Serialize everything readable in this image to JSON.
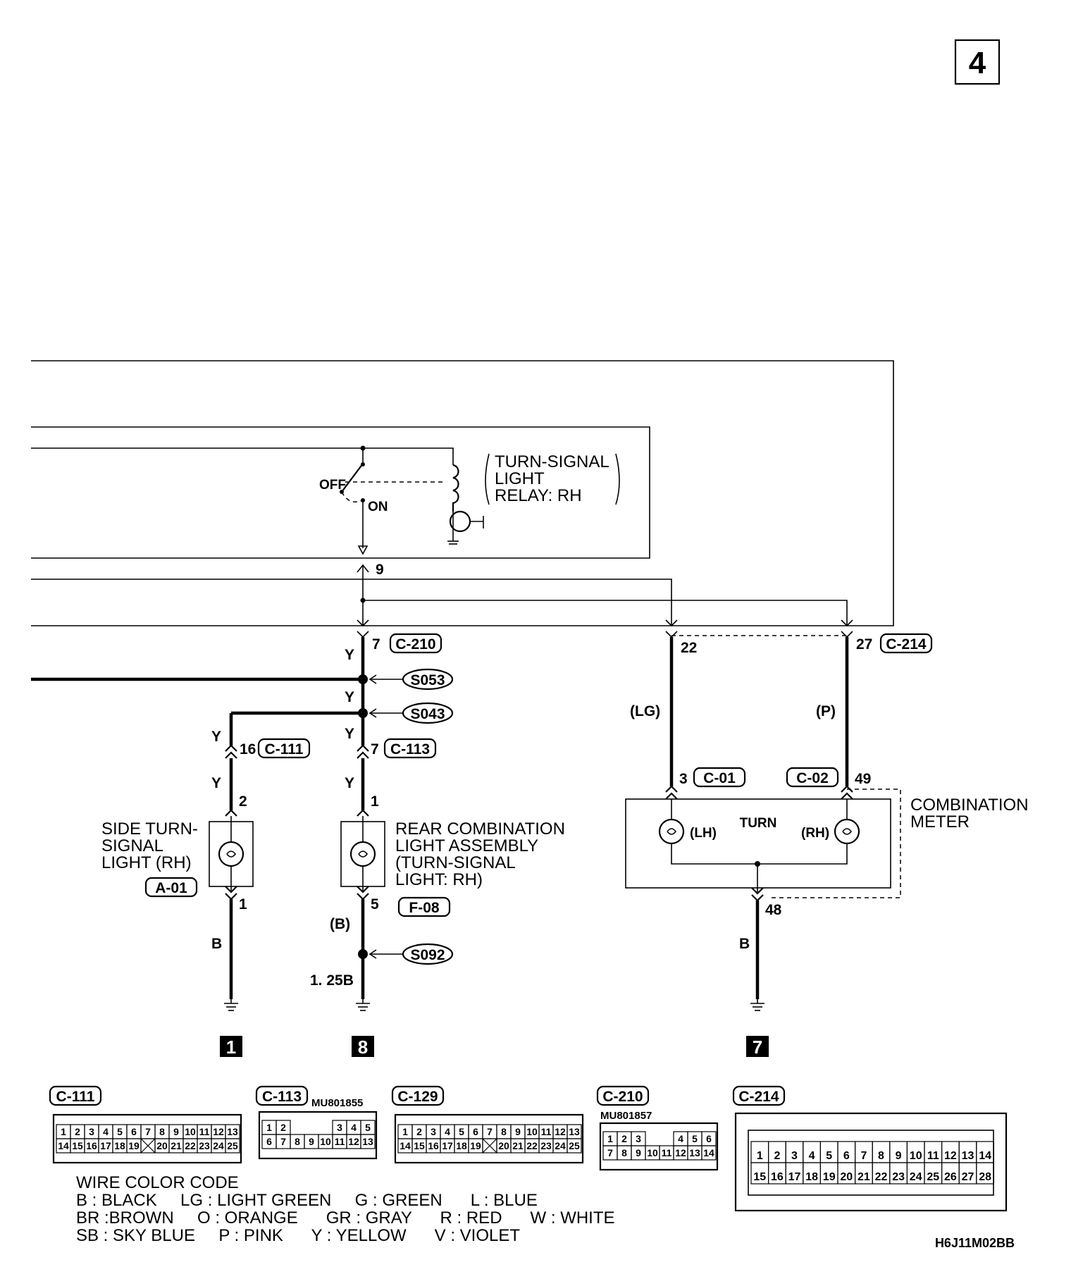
{
  "page_number": "4",
  "diagram_code": "H6J11M02BB",
  "relay": {
    "label_lines": [
      "TURN-SIGNAL",
      "LIGHT",
      "RELAY: RH"
    ],
    "switch_off": "OFF",
    "switch_on": "ON",
    "terminal": "9"
  },
  "connectors": {
    "c210_pin": "7",
    "c210": "C-210",
    "c214": "C-214",
    "c214_pin_lh": "22",
    "c214_pin_rh": "27",
    "c111": "C-111",
    "c111_pin": "16",
    "c113": "C-113",
    "c113_pin": "7",
    "c01": "C-01",
    "c01_pin": "3",
    "c02": "C-02",
    "c02_pin": "49",
    "a01": "A-01",
    "f08": "F-08",
    "c129": "C-129"
  },
  "splices": [
    "S053",
    "S043",
    "S092"
  ],
  "wire_labels": {
    "y": "Y",
    "lg": "(LG)",
    "p": "(P)",
    "b": "B",
    "b_paren": "(B)",
    "b125": "1. 25B"
  },
  "components": {
    "side_turn": {
      "label_lines": [
        "SIDE TURN-",
        "SIGNAL",
        "LIGHT (RH)"
      ],
      "pin_top": "2",
      "pin_bottom": "1"
    },
    "rear_combo": {
      "label_lines": [
        "REAR COMBINATION",
        "LIGHT ASSEMBLY",
        "(TURN-SIGNAL",
        " LIGHT: RH)"
      ],
      "pin_top": "1",
      "pin_bottom": "5"
    },
    "combo_meter": {
      "label_lines": [
        "COMBINATION",
        "METER"
      ],
      "turn": "TURN",
      "lh": "(LH)",
      "rh": "(RH)",
      "ground_pin": "48"
    }
  },
  "ground_refs": [
    "1",
    "8",
    "7"
  ],
  "connector_views": {
    "c111_row1": [
      "1",
      "2",
      "3",
      "4",
      "5",
      "6",
      "7",
      "8",
      "9",
      "10",
      "11",
      "12",
      "13"
    ],
    "c111_row2": [
      "14",
      "15",
      "16",
      "17",
      "18",
      "19",
      "",
      "20",
      "21",
      "22",
      "23",
      "24",
      "25"
    ],
    "c113_part": "MU801855",
    "c113_row1": [
      "1",
      "2",
      "3",
      "4",
      "5"
    ],
    "c113_row2": [
      "6",
      "7",
      "8",
      "9",
      "10",
      "11",
      "12",
      "13"
    ],
    "c210_part": "MU801857",
    "c210_row1": [
      "1",
      "2",
      "3",
      "4",
      "5",
      "6"
    ],
    "c210_row2": [
      "7",
      "8",
      "9",
      "10",
      "11",
      "12",
      "13",
      "14"
    ],
    "c214_row1": [
      "1",
      "2",
      "3",
      "4",
      "5",
      "6",
      "7",
      "8",
      "9",
      "10",
      "11",
      "12",
      "13",
      "14"
    ],
    "c214_row2": [
      "15",
      "16",
      "17",
      "18",
      "19",
      "20",
      "21",
      "22",
      "23",
      "24",
      "25",
      "26",
      "27",
      "28"
    ]
  },
  "wire_color_code": {
    "title": "WIRE COLOR CODE",
    "lines": [
      "B : BLACK     LG : LIGHT GREEN     G : GREEN      L : BLUE",
      "BR :BROWN     O : ORANGE      GR : GRAY      R : RED      W : WHITE",
      "SB : SKY BLUE     P : PINK      Y : YELLOW      V : VIOLET"
    ]
  }
}
